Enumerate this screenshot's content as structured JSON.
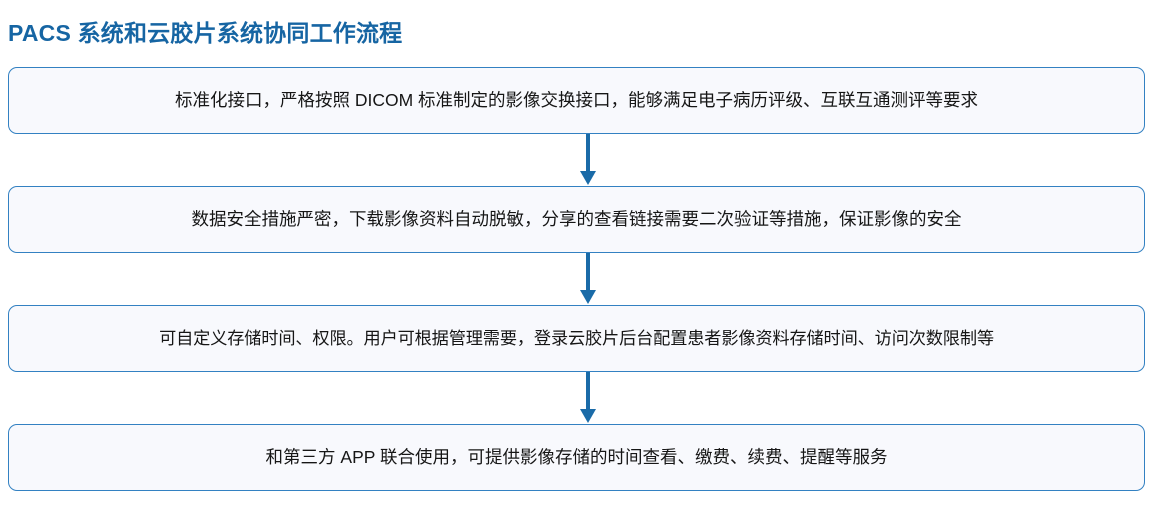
{
  "title": "PACS 系统和云胶片系统协同工作流程",
  "colors": {
    "title": "#1665A3",
    "box_border": "#3381C2",
    "box_fill": "#F8F9FD",
    "arrow": "#1A6BA8",
    "text": "#161616"
  },
  "flow": {
    "steps": [
      {
        "id": "step-1",
        "text": "标准化接口，严格按照 DICOM 标准制定的影像交换接口，能够满足电子病历评级、互联互通测评等要求"
      },
      {
        "id": "step-2",
        "text": "数据安全措施严密，下载影像资料自动脱敏，分享的查看链接需要二次验证等措施，保证影像的安全"
      },
      {
        "id": "step-3",
        "text": "可自定义存储时间、权限。用户可根据管理需要，登录云胶片后台配置患者影像资料存储时间、访问次数限制等"
      },
      {
        "id": "step-4",
        "text": "和第三方 APP 联合使用，可提供影像存储的时间查看、缴费、续费、提醒等服务"
      }
    ],
    "connectors": [
      {
        "icon": "arrow-down-icon"
      },
      {
        "icon": "arrow-down-icon"
      },
      {
        "icon": "arrow-down-icon"
      }
    ]
  }
}
